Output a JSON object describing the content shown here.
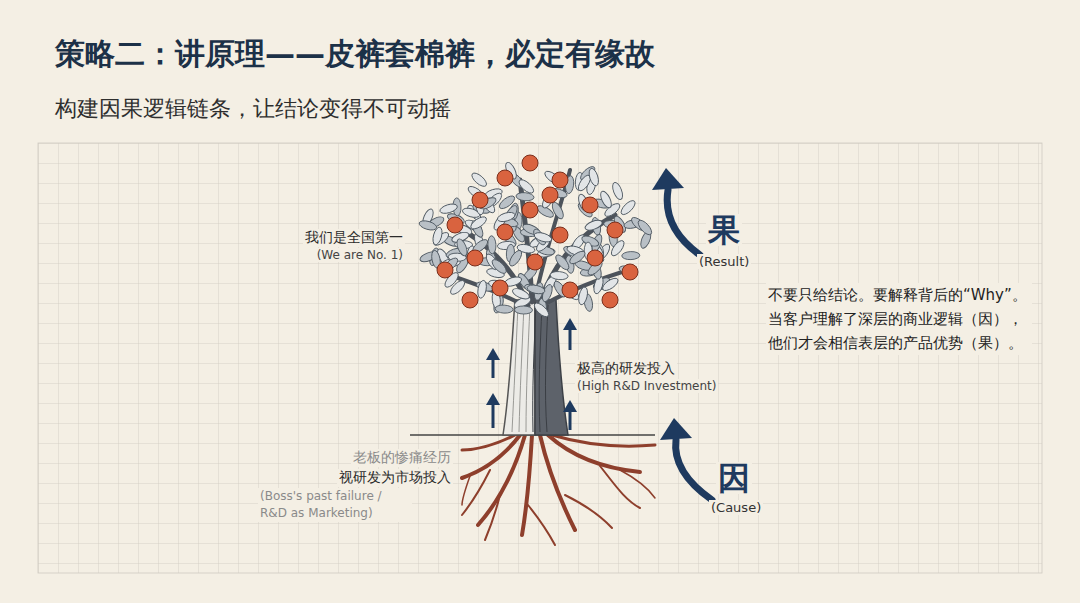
{
  "diagram": {
    "title": "策略二：讲原理——皮裤套棉裤，必定有缘故",
    "caption": "构建因果逻辑链条，让结论变得不可动摇",
    "labels": [
      "我们是全国第一",
      "(We are No. 1)",
      "果",
      "(Result)",
      "不要只给结论。要解释背后的“Why”。当客户理解了深层的商业逻辑（因），他们才会相信表层的产品优势（果）。",
      "极高的研发投入",
      "(High R&D Investment)",
      "老板的惨痛经历",
      "视研发为市场投入",
      "(Boss's past failure / R&D as Marketing)",
      "因",
      "(Cause)"
    ]
  }
}
